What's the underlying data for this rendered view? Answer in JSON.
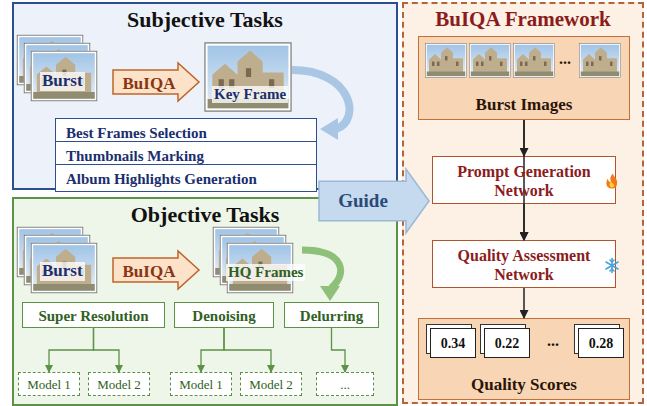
{
  "diagram": {
    "nodes": [
      {
        "text": [
          "Subjective Tasks"
        ]
      },
      {
        "text": [
          "BuIQA"
        ],
        "in": 0
      },
      {
        "text": [
          "Best Frames Selection"
        ],
        "in": 0
      },
      {
        "text": [
          "Thumbnails Marking"
        ],
        "in": 0
      },
      {
        "text": [
          "Album Highlights Generation"
        ],
        "in": 0
      },
      {
        "text": [
          "Objective Tasks"
        ]
      },
      {
        "text": [
          "BuIQA"
        ],
        "in": 5
      },
      {
        "text": [
          "Super Resolution"
        ],
        "in": 5
      },
      {
        "text": [
          "Denoising"
        ],
        "in": 5
      },
      {
        "text": [
          "Delurring"
        ],
        "in": 5
      },
      {
        "text": [
          "Model 1"
        ],
        "in": 5
      },
      {
        "text": [
          "Model 2"
        ],
        "in": 5
      },
      {
        "text": [
          "Model 1"
        ],
        "in": 5
      },
      {
        "text": [
          "Model 2"
        ],
        "in": 5
      },
      {
        "text": [
          "..."
        ],
        "in": 5
      },
      {
        "text": [
          "Guide"
        ]
      },
      {
        "text": [
          "BuIQA Framework"
        ]
      },
      {
        "text": [
          "Burst Images"
        ],
        "in": 16
      },
      {
        "text": [
          "Prompt Generation Network"
        ],
        "in": 16
      },
      {
        "text": [
          "Quality Assessment Network"
        ],
        "in": 16
      },
      {
        "text": [
          "Quality Scores"
        ],
        "in": 16
      },
      {
        "text": [
          "0.34"
        ],
        "in": 20
      },
      {
        "text": [
          "0.22"
        ],
        "in": 20
      },
      {
        "text": [
          "0.28"
        ],
        "in": 20
      }
    ],
    "edges": [
      {
        "from": 7,
        "to": 10,
        "arrow": "to"
      },
      {
        "from": 7,
        "to": 11,
        "arrow": "to"
      },
      {
        "from": 8,
        "to": 12,
        "arrow": "to"
      },
      {
        "from": 8,
        "to": 13,
        "arrow": "to"
      },
      {
        "from": 9,
        "to": 14,
        "arrow": "to"
      },
      {
        "from": 17,
        "to": 18,
        "arrow": "to"
      },
      {
        "from": 18,
        "to": 19,
        "arrow": "to"
      },
      {
        "from": 19,
        "to": 20,
        "arrow": "to"
      },
      {
        "from": 17,
        "to": 19,
        "arrow": "to"
      }
    ],
    "labels": [
      "Burst",
      "Key Frame",
      "Burst",
      "HQ Frames",
      "...",
      "..."
    ]
  }
}
